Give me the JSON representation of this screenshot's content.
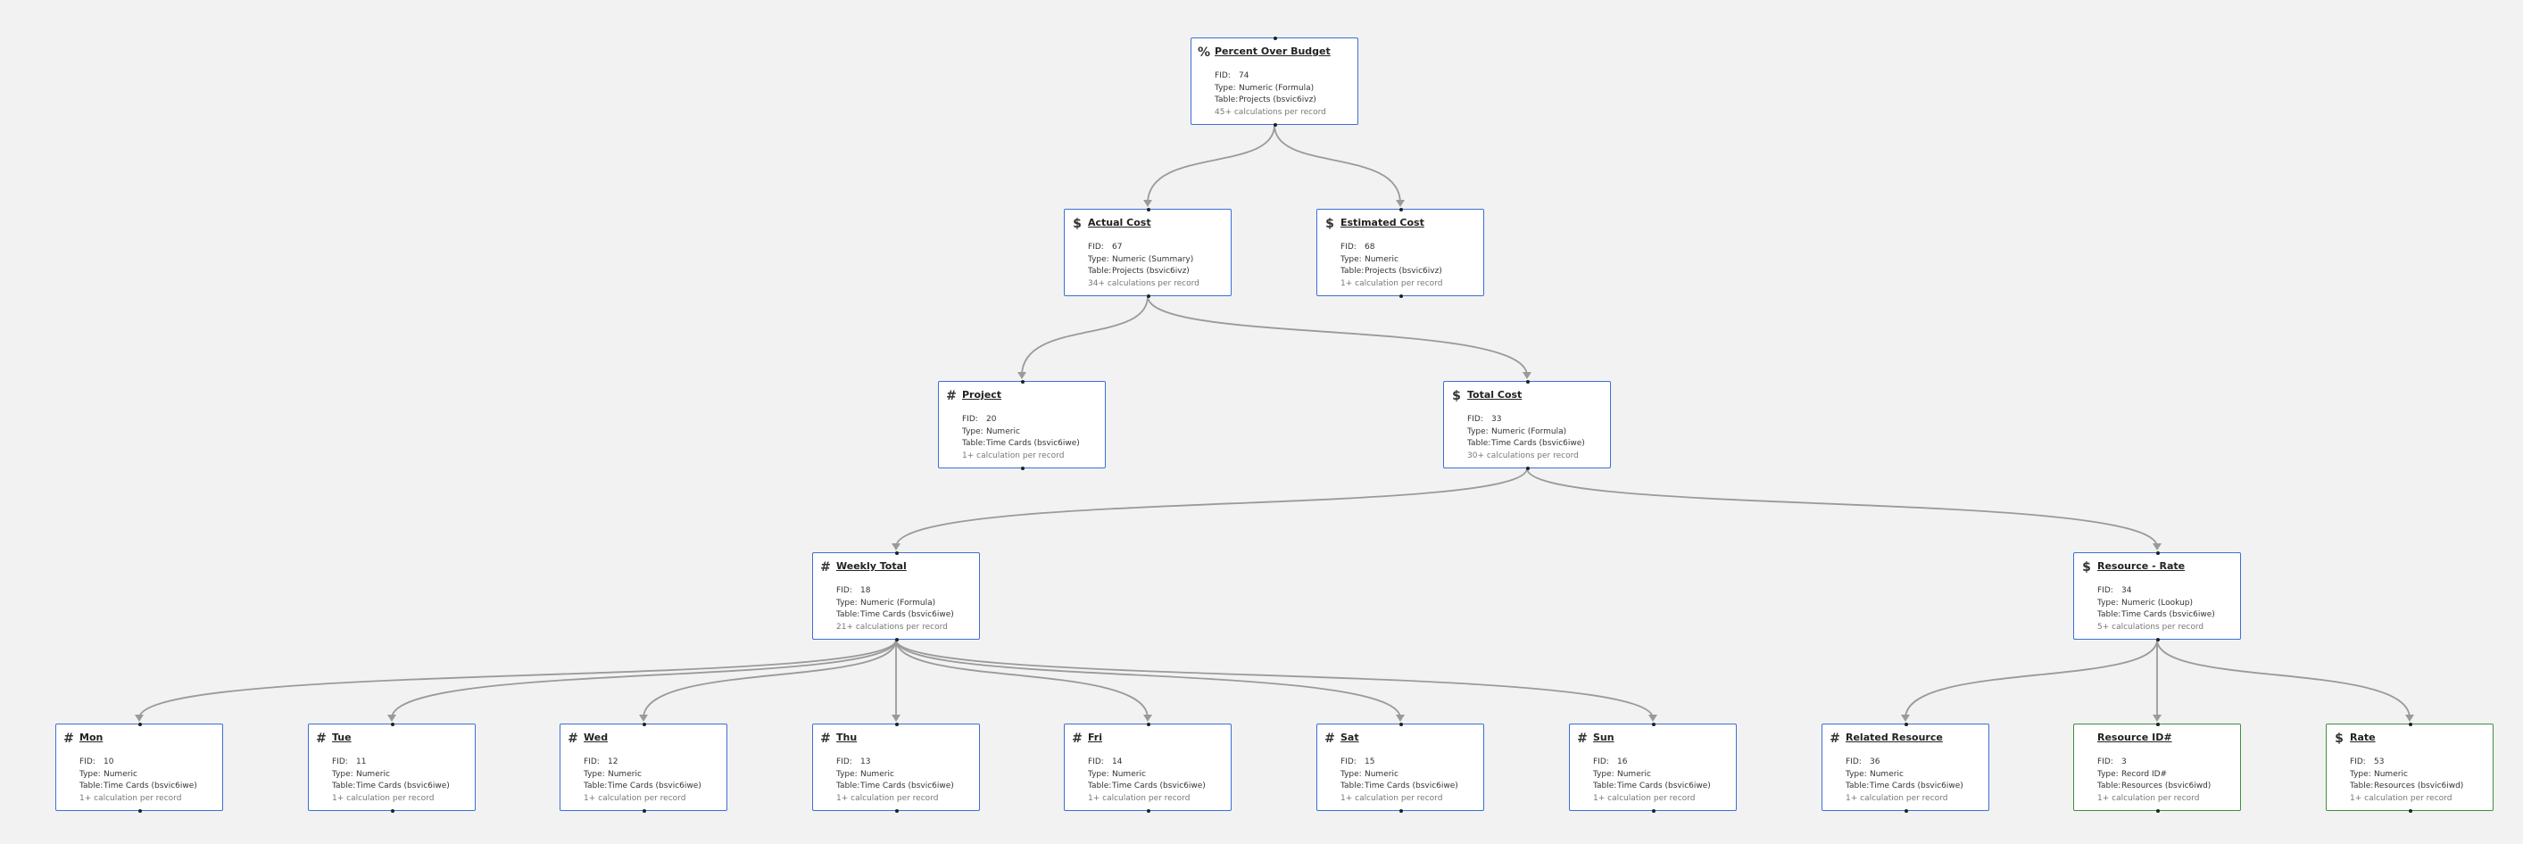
{
  "labels": {
    "fid": "FID:",
    "type": "Type:",
    "table": "Table:"
  },
  "colors": {
    "formula_border": "#3b6fd6",
    "edit_border": "#3f8f3f",
    "edge": "#9a9a9a"
  },
  "nodes": [
    {
      "id": "pob",
      "name": "Percent Over Budget",
      "icon": "%",
      "icon_name": "percent-icon",
      "fid": "74",
      "type": "Numeric (Formula)",
      "table": "Projects (bsvic6ivz)",
      "calc": "45+ calculations per record",
      "kind": "formula"
    },
    {
      "id": "ac",
      "name": "Actual Cost",
      "icon": "$",
      "icon_name": "dollar-icon",
      "fid": "67",
      "type": "Numeric (Summary)",
      "table": "Projects (bsvic6ivz)",
      "calc": "34+ calculations per record",
      "kind": "formula"
    },
    {
      "id": "ec",
      "name": "Estimated Cost",
      "icon": "$",
      "icon_name": "dollar-icon",
      "fid": "68",
      "type": "Numeric",
      "table": "Projects (bsvic6ivz)",
      "calc": "1+ calculation per record",
      "kind": "formula"
    },
    {
      "id": "proj",
      "name": "Project",
      "icon": "#",
      "icon_name": "hash-icon",
      "fid": "20",
      "type": "Numeric",
      "table": "Time Cards (bsvic6iwe)",
      "calc": "1+ calculation per record",
      "kind": "formula"
    },
    {
      "id": "tc",
      "name": "Total Cost",
      "icon": "$",
      "icon_name": "dollar-icon",
      "fid": "33",
      "type": "Numeric (Formula)",
      "table": "Time Cards (bsvic6iwe)",
      "calc": "30+ calculations per record",
      "kind": "formula"
    },
    {
      "id": "wt",
      "name": "Weekly Total",
      "icon": "#",
      "icon_name": "hash-icon",
      "fid": "18",
      "type": "Numeric (Formula)",
      "table": "Time Cards (bsvic6iwe)",
      "calc": "21+ calculations per record",
      "kind": "formula"
    },
    {
      "id": "rr",
      "name": "Resource - Rate",
      "icon": "$",
      "icon_name": "dollar-icon",
      "fid": "34",
      "type": "Numeric (Lookup)",
      "table": "Time Cards (bsvic6iwe)",
      "calc": "5+ calculations per record",
      "kind": "formula"
    },
    {
      "id": "mon",
      "name": "Mon",
      "icon": "#",
      "icon_name": "hash-icon",
      "fid": "10",
      "type": "Numeric",
      "table": "Time Cards (bsvic6iwe)",
      "calc": "1+ calculation per record",
      "kind": "formula"
    },
    {
      "id": "tue",
      "name": "Tue",
      "icon": "#",
      "icon_name": "hash-icon",
      "fid": "11",
      "type": "Numeric",
      "table": "Time Cards (bsvic6iwe)",
      "calc": "1+ calculation per record",
      "kind": "formula"
    },
    {
      "id": "wed",
      "name": "Wed",
      "icon": "#",
      "icon_name": "hash-icon",
      "fid": "12",
      "type": "Numeric",
      "table": "Time Cards (bsvic6iwe)",
      "calc": "1+ calculation per record",
      "kind": "formula"
    },
    {
      "id": "thu",
      "name": "Thu",
      "icon": "#",
      "icon_name": "hash-icon",
      "fid": "13",
      "type": "Numeric",
      "table": "Time Cards (bsvic6iwe)",
      "calc": "1+ calculation per record",
      "kind": "formula"
    },
    {
      "id": "fri",
      "name": "Fri",
      "icon": "#",
      "icon_name": "hash-icon",
      "fid": "14",
      "type": "Numeric",
      "table": "Time Cards (bsvic6iwe)",
      "calc": "1+ calculation per record",
      "kind": "formula"
    },
    {
      "id": "sat",
      "name": "Sat",
      "icon": "#",
      "icon_name": "hash-icon",
      "fid": "15",
      "type": "Numeric",
      "table": "Time Cards (bsvic6iwe)",
      "calc": "1+ calculation per record",
      "kind": "formula"
    },
    {
      "id": "sun",
      "name": "Sun",
      "icon": "#",
      "icon_name": "hash-icon",
      "fid": "16",
      "type": "Numeric",
      "table": "Time Cards (bsvic6iwe)",
      "calc": "1+ calculation per record",
      "kind": "formula"
    },
    {
      "id": "rel",
      "name": "Related Resource",
      "icon": "#",
      "icon_name": "hash-icon",
      "fid": "36",
      "type": "Numeric",
      "table": "Time Cards (bsvic6iwe)",
      "calc": "1+ calculation per record",
      "kind": "formula"
    },
    {
      "id": "rid",
      "name": "Resource ID#",
      "icon": "",
      "icon_name": "",
      "fid": "3",
      "type": "Record ID#",
      "table": "Resources (bsvic6iwd)",
      "calc": "1+ calculation per record",
      "kind": "edit"
    },
    {
      "id": "rate",
      "name": "Rate",
      "icon": "$",
      "icon_name": "dollar-icon",
      "fid": "53",
      "type": "Numeric",
      "table": "Resources (bsvic6iwd)",
      "calc": "1+ calculation per record",
      "kind": "edit"
    }
  ],
  "edges": [
    [
      "pob",
      "ac"
    ],
    [
      "pob",
      "ec"
    ],
    [
      "ac",
      "proj"
    ],
    [
      "ac",
      "tc"
    ],
    [
      "tc",
      "wt"
    ],
    [
      "tc",
      "rr"
    ],
    [
      "wt",
      "mon"
    ],
    [
      "wt",
      "tue"
    ],
    [
      "wt",
      "wed"
    ],
    [
      "wt",
      "thu"
    ],
    [
      "wt",
      "fri"
    ],
    [
      "wt",
      "sat"
    ],
    [
      "wt",
      "sun"
    ],
    [
      "rr",
      "rel"
    ],
    [
      "rr",
      "rid"
    ],
    [
      "rr",
      "rate"
    ]
  ]
}
